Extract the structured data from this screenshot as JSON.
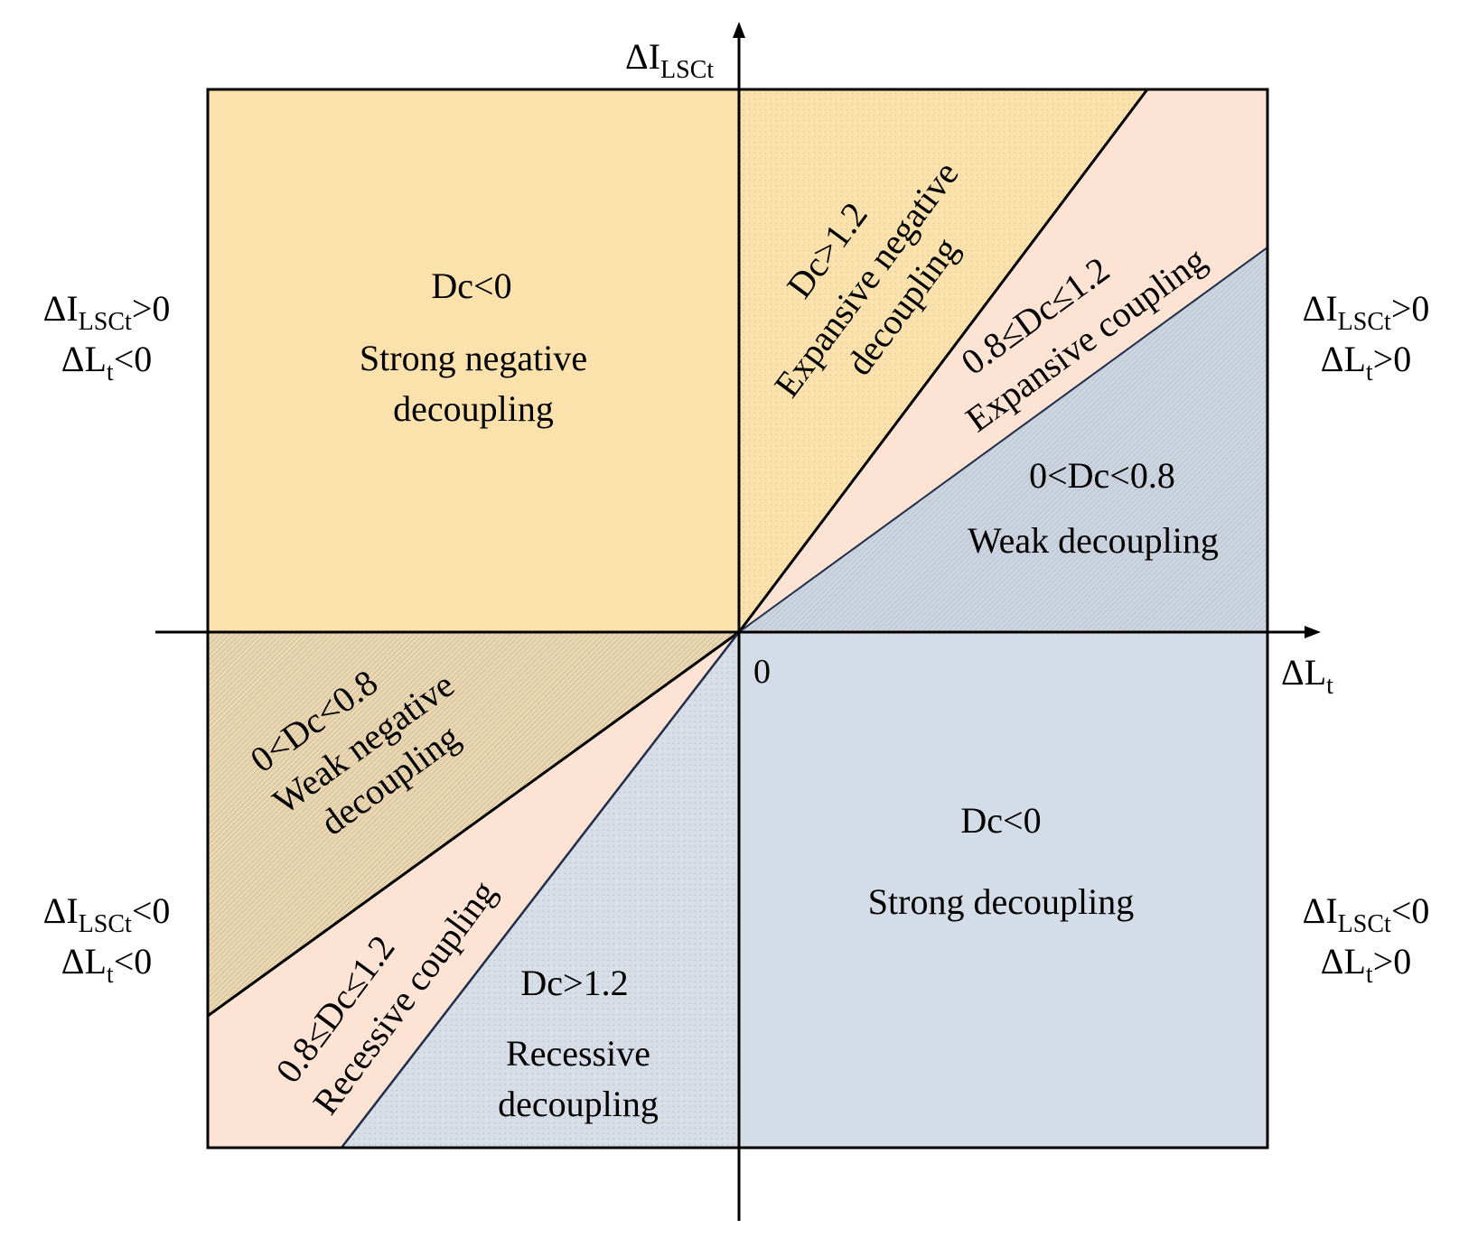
{
  "axes": {
    "y_label": {
      "main": "ΔI",
      "sub": "LSCt"
    },
    "x_label": {
      "main": "ΔL",
      "sub": "t"
    },
    "origin": "0"
  },
  "quadrant_labels": {
    "top_left": {
      "line1_main": "ΔI",
      "line1_sub": "LSCt",
      "line1_tail": ">0",
      "line2_main": "ΔL",
      "line2_sub": "t",
      "line2_tail": "<0"
    },
    "top_right": {
      "line1_main": "ΔI",
      "line1_sub": "LSCt",
      "line1_tail": ">0",
      "line2_main": "ΔL",
      "line2_sub": "t",
      "line2_tail": ">0"
    },
    "bottom_left": {
      "line1_main": "ΔI",
      "line1_sub": "LSCt",
      "line1_tail": "<0",
      "line2_main": "ΔL",
      "line2_sub": "t",
      "line2_tail": "<0"
    },
    "bottom_right": {
      "line1_main": "ΔI",
      "line1_sub": "LSCt",
      "line1_tail": "<0",
      "line2_main": "ΔL",
      "line2_sub": "t",
      "line2_tail": ">0"
    }
  },
  "regions": {
    "strong_negative_decoupling": {
      "condition": "Dc<0",
      "name_line1": "Strong negative",
      "name_line2": "decoupling",
      "color": "#fbe2ad"
    },
    "expansive_negative_decoupling": {
      "condition": "Dc>1.2",
      "name_line1": "Expansive negative",
      "name_line2": "decoupling",
      "color": "#fbe2ad"
    },
    "expansive_coupling": {
      "condition": "0.8≤Dc≤1.2",
      "name": "Expansive coupling",
      "color": "#fde3d3"
    },
    "weak_decoupling": {
      "condition": "0<Dc<0.8",
      "name": "Weak decoupling",
      "color": "#cdd5e1"
    },
    "strong_decoupling": {
      "condition": "Dc<0",
      "name": "Strong decoupling",
      "color": "#d3dce7"
    },
    "weak_negative_decoupling": {
      "condition": "0<Dc<0.8",
      "name_line1": "Weak negative",
      "name_line2": "decoupling",
      "color": "#ead8b5"
    },
    "recessive_coupling": {
      "condition": "0.8≤Dc≤1.2",
      "name": "Recessive coupling",
      "color": "#fde3d3"
    },
    "recessive_decoupling": {
      "condition": "Dc>1.2",
      "name_line1": "Recessive",
      "name_line2": "decoupling",
      "color": "#d7dee8"
    }
  }
}
